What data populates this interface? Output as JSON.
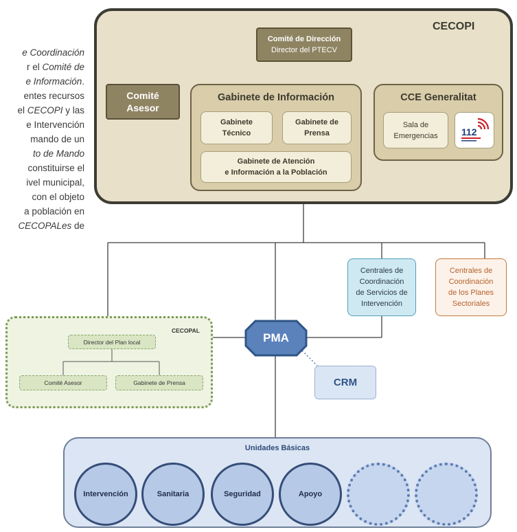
{
  "side_text": [
    {
      "html": "<i>e Coordinación</i>"
    },
    {
      "html": "r el <i>Comité de</i>"
    },
    {
      "html": "<i>e Información</i>."
    },
    {
      "html": "entes recursos"
    },
    {
      "html": "el <i>CECOPI</i> y las"
    },
    {
      "html": "e Intervención"
    },
    {
      "html": "mando de un"
    },
    {
      "html": "<i>to de Mando</i>"
    },
    {
      "html": "constituirse el"
    },
    {
      "html": "ivel municipal,"
    },
    {
      "html": "con el objeto"
    },
    {
      "html": "a población en"
    },
    {
      "html": "<i>CECOPALes</i> de"
    }
  ],
  "cecopi": {
    "title": "CECOPI",
    "comite_direccion": {
      "title": "Comité de Dirección",
      "subtitle": "Director del PTECV"
    },
    "comite_asesor": {
      "line1": "Comité",
      "line2": "Asesor"
    },
    "gabinete_informacion": {
      "title": "Gabinete de Información",
      "tecnico": {
        "line1": "Gabinete",
        "line2": "Técnico"
      },
      "prensa": {
        "line1": "Gabinete de",
        "line2": "Prensa"
      },
      "atencion": {
        "line1": "Gabinete de Atención",
        "line2": "e Información a la Población"
      }
    },
    "cce": {
      "title": "CCE Generalitat",
      "sala": {
        "line1": "Sala de",
        "line2": "Emergencias"
      },
      "logo_112": "112"
    }
  },
  "centrales_servicios": {
    "lines": [
      "Centrales de",
      "Coordinación",
      "de Servicios de",
      "Intervención"
    ]
  },
  "centrales_planes": {
    "lines": [
      "Centrales de",
      "Coordinación",
      "de los Planes",
      "Sectoriales"
    ]
  },
  "cecopal": {
    "title": "CECOPAL",
    "director": "Director del Plan local",
    "comite_asesor": "Comité Asesor",
    "gabinete_prensa": "Gabinete de Prensa"
  },
  "pma": "PMA",
  "crm": "CRM",
  "unidades": {
    "title": "Unidades Básicas",
    "items": [
      "Intervención",
      "Sanitaria",
      "Seguridad",
      "Apoyo"
    ]
  },
  "colors": {
    "cecopi_bg": "#e8e0c8",
    "dark_box": "#8f8462",
    "pma": "#2f5586",
    "services_bg": "#cfe9f2",
    "planes_border": "#c07a3a",
    "cecopal_bg": "#eef3e2",
    "unidades_bg": "#dbe5f4"
  }
}
